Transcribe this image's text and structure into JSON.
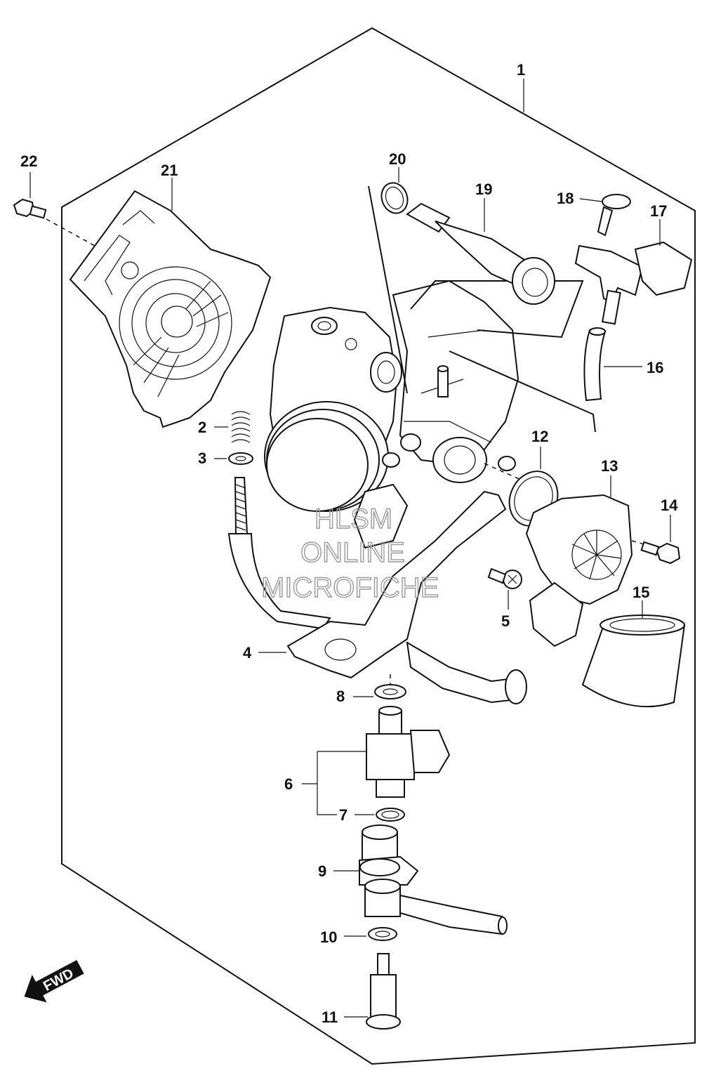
{
  "callouts": [
    {
      "id": "1",
      "label": "1"
    },
    {
      "id": "2",
      "label": "2"
    },
    {
      "id": "3",
      "label": "3"
    },
    {
      "id": "4",
      "label": "4"
    },
    {
      "id": "5",
      "label": "5"
    },
    {
      "id": "6",
      "label": "6"
    },
    {
      "id": "7",
      "label": "7"
    },
    {
      "id": "8",
      "label": "8"
    },
    {
      "id": "9",
      "label": "9"
    },
    {
      "id": "10",
      "label": "10"
    },
    {
      "id": "11",
      "label": "11"
    },
    {
      "id": "12",
      "label": "12"
    },
    {
      "id": "13",
      "label": "13"
    },
    {
      "id": "14",
      "label": "14"
    },
    {
      "id": "15",
      "label": "15"
    },
    {
      "id": "16",
      "label": "16"
    },
    {
      "id": "17",
      "label": "17"
    },
    {
      "id": "18",
      "label": "18"
    },
    {
      "id": "19",
      "label": "19"
    },
    {
      "id": "20",
      "label": "20"
    },
    {
      "id": "21",
      "label": "21"
    },
    {
      "id": "22",
      "label": "22"
    }
  ],
  "watermark": {
    "line1": "HLSM",
    "line2": "ONLINE",
    "line3": "MICROFICHE"
  },
  "direction_badge": "FWD"
}
